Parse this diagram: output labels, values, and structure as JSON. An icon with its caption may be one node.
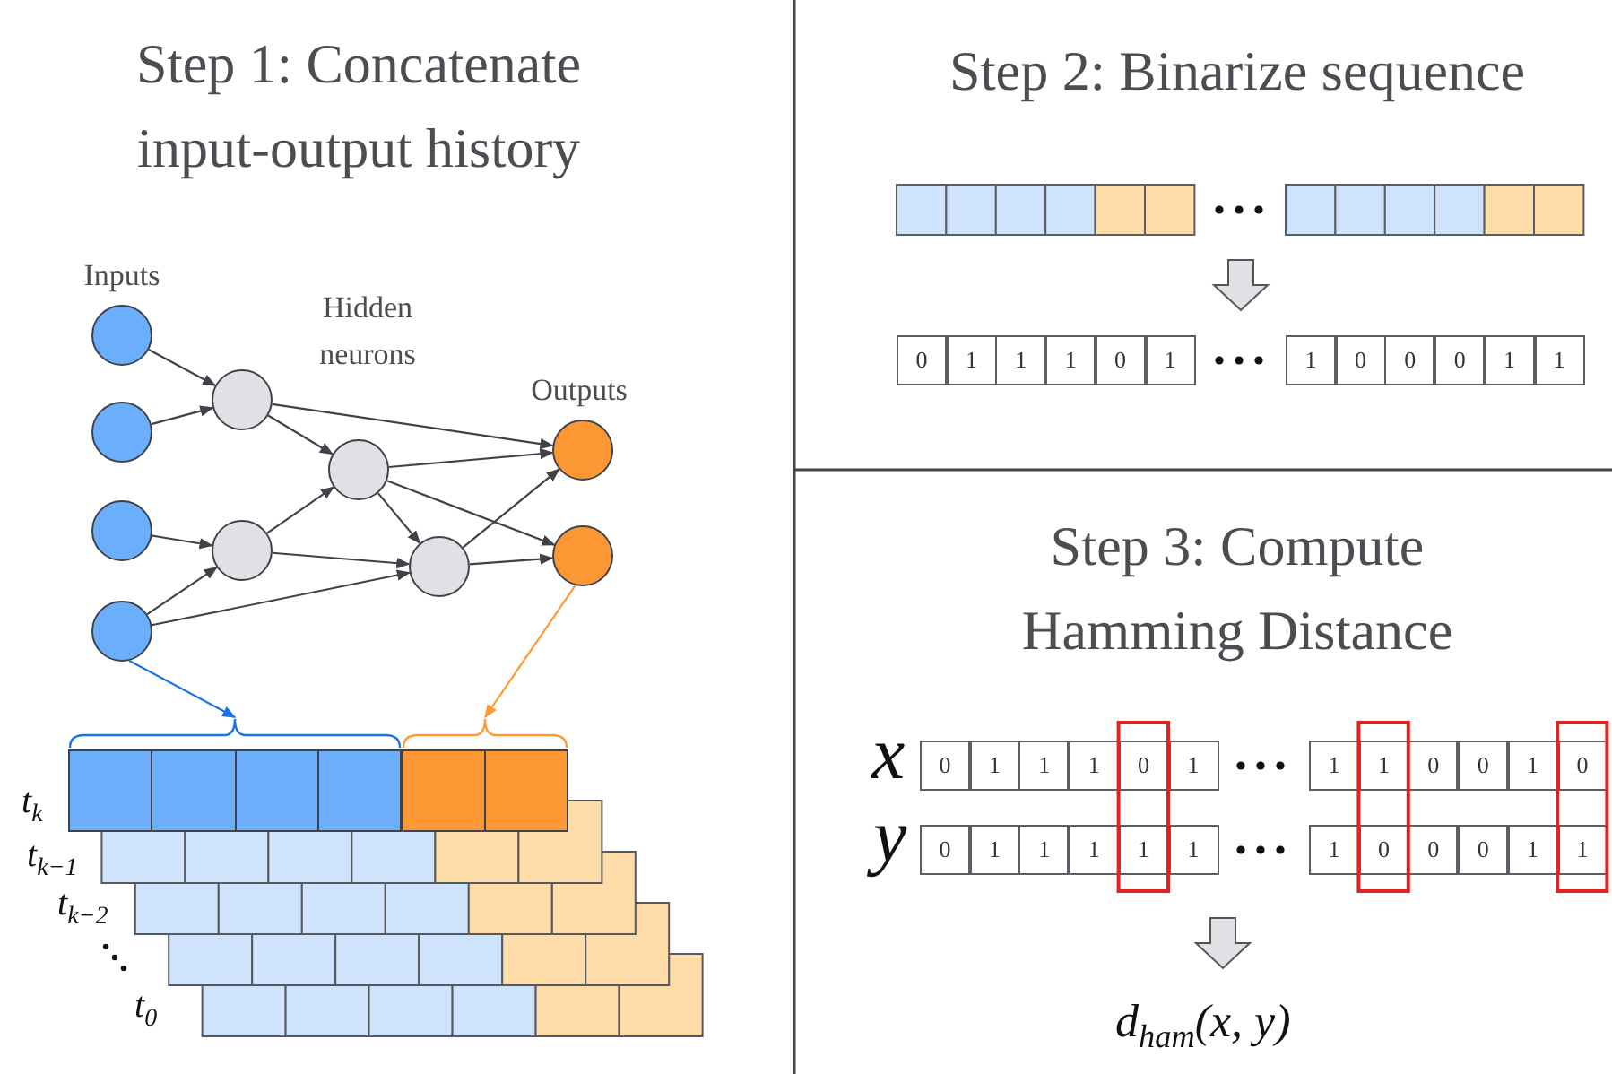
{
  "diagram": {
    "nodes": [
      {
        "text": [],
        "shape": "circle"
      },
      {
        "text": [],
        "shape": "circle"
      },
      {
        "text": [],
        "shape": "circle"
      },
      {
        "text": [],
        "shape": "circle"
      },
      {
        "text": [],
        "shape": "circle"
      },
      {
        "text": [],
        "shape": "circle"
      },
      {
        "text": [],
        "shape": "circle"
      },
      {
        "text": [],
        "shape": "circle"
      },
      {
        "text": [],
        "shape": "circle"
      },
      {
        "text": [],
        "shape": "circle"
      },
      {
        "text": [],
        "shape": "bar"
      },
      {
        "text": [],
        "shape": "bar"
      }
    ],
    "edges": [
      {
        "from": 0,
        "to": 4,
        "arrow": "to"
      },
      {
        "from": 1,
        "to": 4,
        "arrow": "to"
      },
      {
        "from": 2,
        "to": 6,
        "arrow": "to"
      },
      {
        "from": 3,
        "to": 6,
        "arrow": "to"
      },
      {
        "from": 3,
        "to": 7,
        "arrow": "to"
      },
      {
        "from": 4,
        "to": 5,
        "arrow": "to"
      },
      {
        "from": 4,
        "to": 8,
        "arrow": "to"
      },
      {
        "from": 6,
        "to": 5,
        "arrow": "to"
      },
      {
        "from": 6,
        "to": 7,
        "arrow": "to"
      },
      {
        "from": 5,
        "to": 8,
        "arrow": "to"
      },
      {
        "from": 5,
        "to": 7,
        "arrow": "to"
      },
      {
        "from": 5,
        "to": 9,
        "arrow": "to"
      },
      {
        "from": 7,
        "to": 8,
        "arrow": "to"
      },
      {
        "from": 7,
        "to": 9,
        "arrow": "to"
      },
      {
        "from": 3,
        "to": 10,
        "arrow": "to",
        "color": "#1a73e8"
      },
      {
        "from": 9,
        "to": 11,
        "arrow": "to",
        "color": "#ff9933"
      }
    ],
    "labels": [
      "Step 1: Concatenate input-output history",
      "Inputs",
      "Hidden neurons",
      "Outputs",
      "t$_{k}$",
      "t$_{k−1}$",
      "t$_{k−2}$",
      "t$_{0}$",
      "Step 2: Binarize sequence",
      "0",
      "1",
      "1",
      "1",
      "0",
      "1",
      "1",
      "0",
      "0",
      "0",
      "1",
      "1",
      "Step 3: Compute Hamming Distance",
      "x",
      "0",
      "1",
      "1",
      "1",
      "0",
      "1",
      "1",
      "1",
      "0",
      "0",
      "1",
      "0",
      "y",
      "0",
      "1",
      "1",
      "1",
      "1",
      "1",
      "1",
      "0",
      "0",
      "0",
      "1",
      "1",
      "d$_{ham}$(x, y)"
    ]
  }
}
